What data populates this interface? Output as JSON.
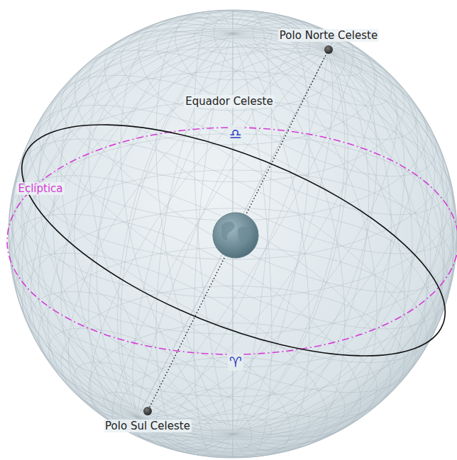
{
  "diagram": {
    "labels": [
      "Polo Norte Celeste",
      "Equador Celeste",
      "♎",
      "Eclíptica",
      "♈",
      "Polo Sul Celeste"
    ]
  }
}
